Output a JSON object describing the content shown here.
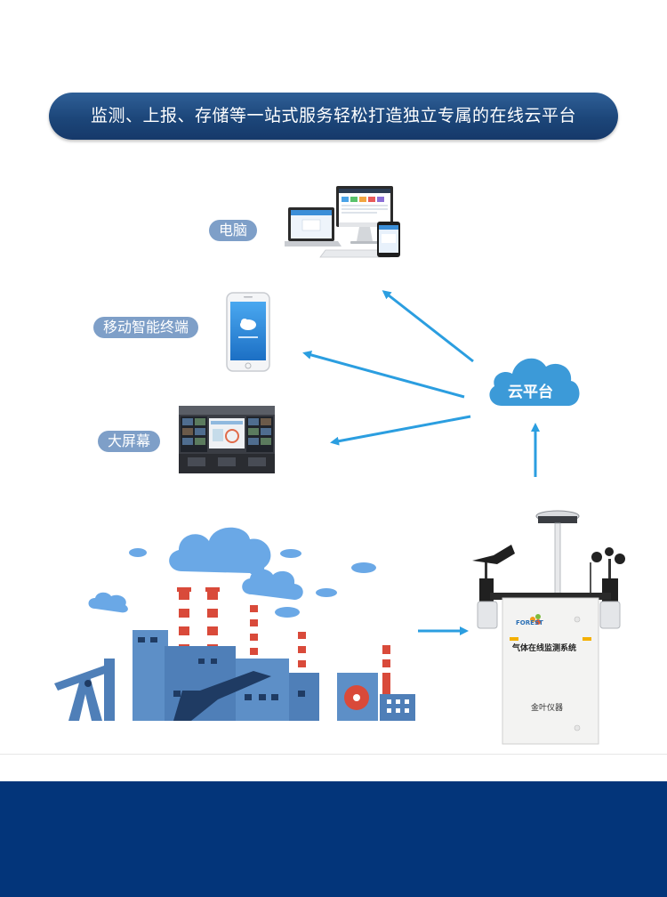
{
  "banner": {
    "text": "监测、上报、存储等一站式服务轻松打造独立专属的在线云平台"
  },
  "terminals": [
    {
      "label": "电脑"
    },
    {
      "label": "移动智能终端"
    },
    {
      "label": "大屏幕"
    }
  ],
  "cloud": {
    "label": "云平台"
  },
  "station": {
    "title": "气体在线监测系统",
    "brand": "金叶仪器",
    "logo_text": "FOREST"
  },
  "colors": {
    "banner": "#1c4679",
    "pill": "#7e9fc8",
    "cloud": "#3c9ad8",
    "arrow": "#2b9ee0",
    "footer": "#03357a",
    "factory_blue": "#5d8fc7",
    "smoke": "#6aa8e6",
    "stack_red": "#d94a3a"
  }
}
